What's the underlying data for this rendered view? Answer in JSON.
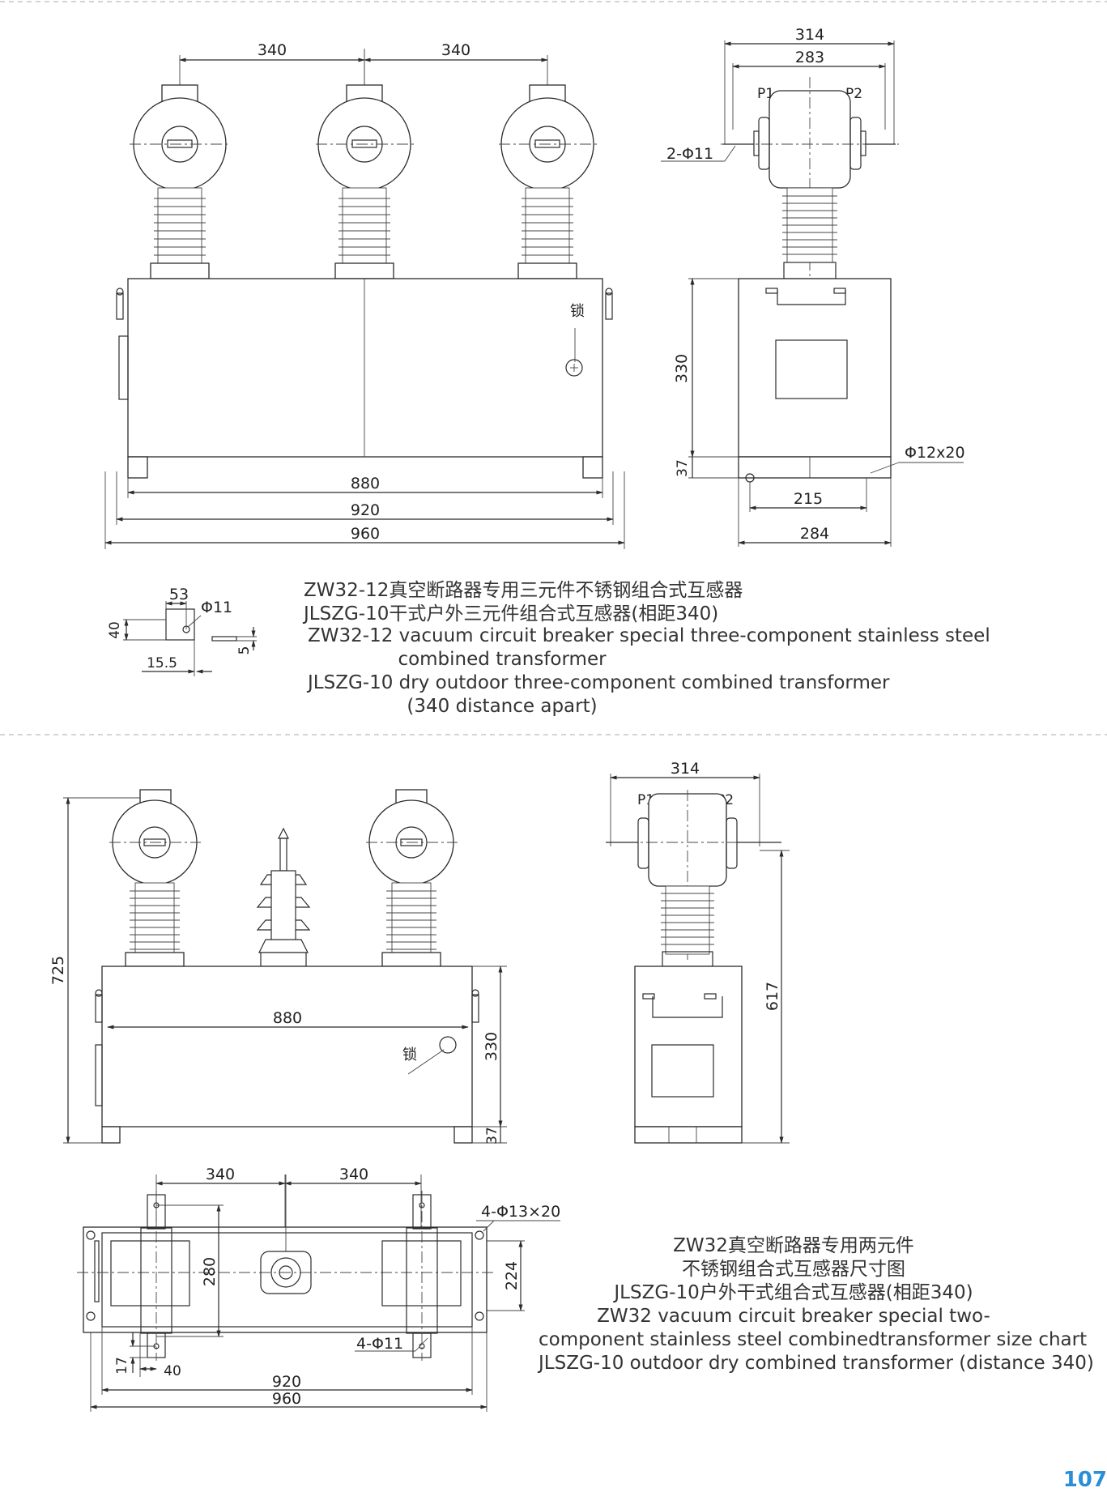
{
  "top_front": {
    "dims": {
      "d340a": "340",
      "d340b": "340",
      "d880": "880",
      "d920": "920",
      "d960": "960"
    },
    "lock_label": "锁"
  },
  "top_side": {
    "dims": {
      "d314": "314",
      "d283": "283",
      "d330": "330",
      "d37": "37",
      "d215": "215",
      "d284": "284"
    },
    "p1": "P1",
    "p2": "P2",
    "hole_label": "2-Φ11",
    "slot_label": "Φ12x20"
  },
  "detail": {
    "d53": "53",
    "phi11": "Φ11",
    "d40": "40",
    "d5": "5",
    "d15_5": "15.5"
  },
  "caption_top": [
    "ZW32-12真空断路器专用三元件不锈钢组合式互感器",
    "JLSZG-10干式户外三元件组合式互感器(相距340)",
    "ZW32-12 vacuum circuit breaker special three-component stainless steel",
    "combined transformer",
    "JLSZG-10 dry outdoor three-component combined transformer",
    "(340 distance apart)"
  ],
  "bottom_front": {
    "dims": {
      "d725": "725",
      "d880": "880",
      "d330": "330",
      "d37": "37"
    },
    "lock_label": "锁"
  },
  "bottom_side": {
    "dims": {
      "d314": "314",
      "d617": "617"
    },
    "p1": "P1",
    "p2": "P2"
  },
  "plan": {
    "dims": {
      "d340a": "340",
      "d340b": "340",
      "d280": "280",
      "d224": "224",
      "d17": "17",
      "d40": "40",
      "d920": "920",
      "d960": "960"
    },
    "holes_big": "4-Φ13×20",
    "holes_small": "4-Φ11"
  },
  "caption_bottom": [
    "ZW32真空断路器专用两元件",
    "不锈钢组合式互感器尺寸图",
    "JLSZG-10户外干式组合式互感器(相距340)",
    "ZW32 vacuum circuit breaker special two-",
    "component stainless steel combinedtransformer size chart",
    "JLSZG-10 outdoor dry combined transformer (distance 340)"
  ],
  "page_number": "107",
  "colors": {
    "accent": "#2a8fd8",
    "line": "#2b2b2b",
    "divider": "#bbbbbb"
  }
}
